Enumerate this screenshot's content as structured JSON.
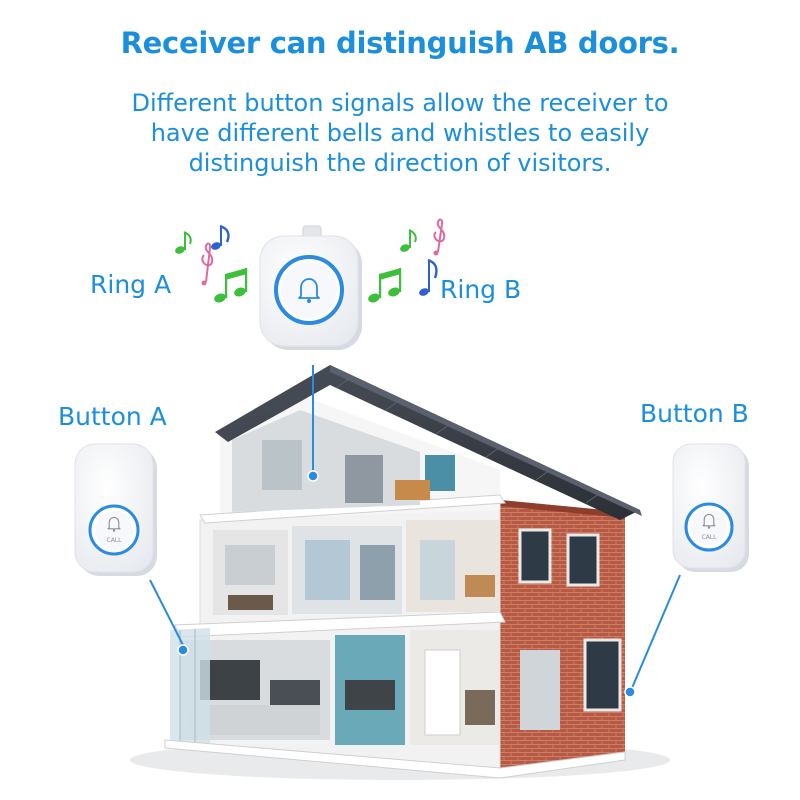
{
  "header": {
    "title": "Receiver can distinguish AB doors.",
    "subtitle_lines": [
      "Different button signals allow the receiver to",
      "have different bells and whistles to easily",
      "distinguish the direction of visitors."
    ]
  },
  "labels": {
    "ring_a": "Ring A",
    "ring_b": "Ring B",
    "button_a": "Button A",
    "button_b": "Button B"
  },
  "button_face_text": "CALL",
  "colors": {
    "accent": "#1b8fdc",
    "ring_blue": "#2a8be0",
    "note_green": "#3cbf3a",
    "note_blue": "#2f5fd0",
    "note_pink": "#e06aa0",
    "brick": "#b65a44",
    "roof": "#3a3f47",
    "wall": "#f3f3f3"
  },
  "icons": {
    "receiver_bell": "bell-icon",
    "button_bell": "bell-icon",
    "music": "music-note-icon"
  }
}
